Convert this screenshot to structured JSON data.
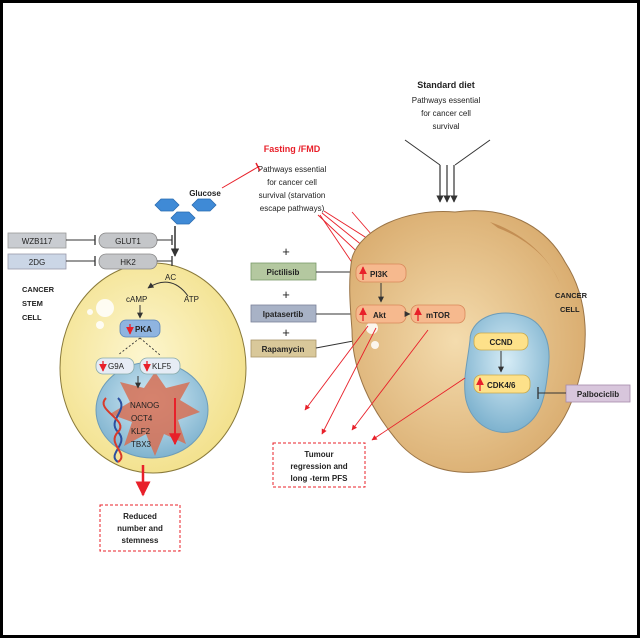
{
  "standard_diet": {
    "title": "Standard  diet",
    "lines": [
      "Pathways essential",
      "for cancer cell",
      "survival"
    ]
  },
  "fasting": {
    "title": "Fasting /FMD",
    "lines": [
      "Pathways essential",
      "for cancer cell",
      "survival (starvation",
      "escape pathways)"
    ]
  },
  "glucose": "Glucose",
  "inhibitors": {
    "wzb117": "WZB117",
    "twodg": "2DG",
    "pictilisib": "Pictilisib",
    "ipatasertib": "Ipatasertib",
    "rapamycin": "Rapamycin",
    "palbociclib": "Palbociclib"
  },
  "plus_sign": "+",
  "stem_cell": {
    "label": [
      "CANCER",
      "STEM",
      "CELL"
    ],
    "glut1": "GLUT1",
    "hk2": "HK2",
    "ac": "AC",
    "atp": "ATP",
    "camp": "cAMP",
    "pka": "PKA",
    "g9a": "G9A",
    "klf5": "KLF5",
    "genes": [
      "NANOG",
      "OCT4",
      "KLF2",
      "TBX3"
    ]
  },
  "cancer_cell": {
    "label": [
      "CANCER",
      "CELL"
    ],
    "pi3k": "PI3K",
    "akt": "Akt",
    "mtor": "mTOR",
    "ccnd": "CCND",
    "cdk46": "CDK4/6"
  },
  "outcome_tumour": [
    "Tumour",
    "regression and",
    "long -term PFS"
  ],
  "outcome_stem": [
    "Reduced",
    "number and",
    "stemness"
  ],
  "colors": {
    "red": "#e8202a",
    "cell_fill": "#fbf0b0",
    "cancer_fill": "#e9c692",
    "nucleus": "#a9cde0",
    "pka": "#8fb4e0",
    "node_orange": "#f6b98e",
    "node_yellow": "#fde18a"
  }
}
